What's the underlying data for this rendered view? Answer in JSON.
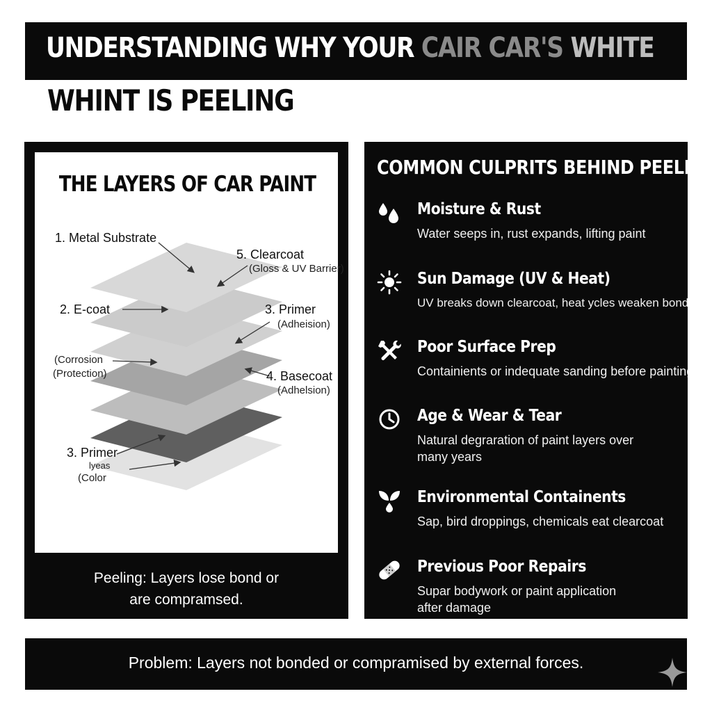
{
  "header": {
    "line1_a": "UNDERSTANDING WHY YOUR ",
    "line1_b": "CAIR CAR'S",
    "line1_c": " WHITE",
    "line2": "WHINT IS PEELING"
  },
  "diagram": {
    "title": "THE LAYERS OF CAR PAINT",
    "labels": [
      {
        "text": "1. Metal Substrate"
      },
      {
        "text": "5. Clearcoat"
      },
      {
        "text": "(Gloss & UV Barrier)"
      },
      {
        "text": "2. E-coat"
      },
      {
        "text": "3. Primer"
      },
      {
        "text": "(Adheision)"
      },
      {
        "text": "(Corrosion"
      },
      {
        "text": "(Protection)"
      },
      {
        "text": "4. Basecoat"
      },
      {
        "text": "(Adhelsion)"
      },
      {
        "text": "3. Primer"
      },
      {
        "text": "lyeas"
      },
      {
        "text": "(Color"
      }
    ],
    "note_line1": "Peeling: Layers lose bond or",
    "note_line2": "are compramsed."
  },
  "culprits": {
    "title": "COMMON CULPRITS BEHIND PEELING",
    "items": [
      {
        "icon": "water-drops-icon",
        "title": "Moisture & Rust",
        "desc": [
          "Water seeps in, rust expands, lifting paint"
        ]
      },
      {
        "icon": "sun-icon",
        "title": "Sun Damage (UV & Heat)",
        "desc": [
          "UV breaks down clearcoat, heat ycles weaken bonds."
        ]
      },
      {
        "icon": "tools-icon",
        "title": "Poor Surface Prep",
        "desc": [
          "Containients or indequate sanding before painting"
        ]
      },
      {
        "icon": "clock-icon",
        "title": "Age & Wear & Tear",
        "desc": [
          "Natural degraration of paint layers over",
          "many years"
        ]
      },
      {
        "icon": "leaf-drop-icon",
        "title": "Environmental Containents",
        "desc": [
          "Sap, bird droppings, chemicals eat clearcoat"
        ]
      },
      {
        "icon": "bandage-icon",
        "title": "Previous Poor Repairs",
        "desc": [
          "Supar bodywork or paint application",
          "after damage"
        ]
      }
    ]
  },
  "footer": {
    "text": "Problem: Layers not bonded or compramised by external forces."
  },
  "colors": {
    "background": "#ffffff",
    "panel": "#0a0a0a",
    "title_accent_gray": "#8a8a8a"
  }
}
